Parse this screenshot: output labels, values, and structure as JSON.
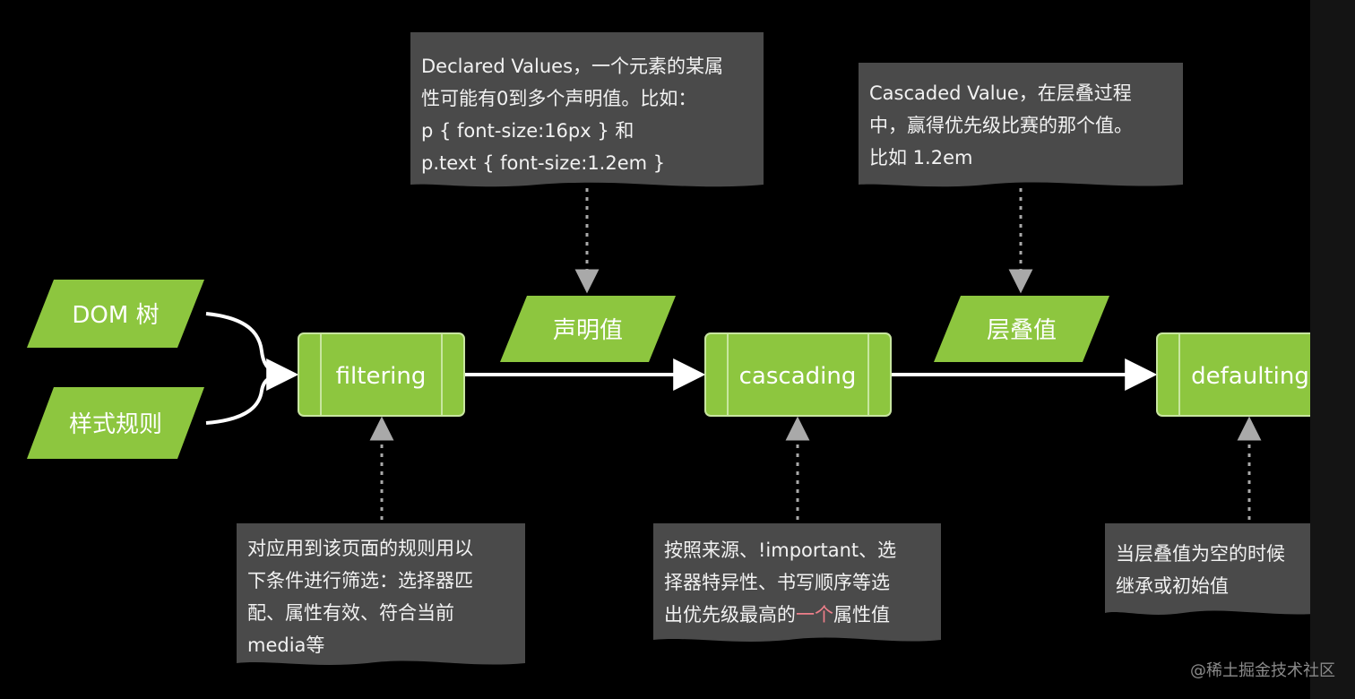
{
  "inputs": {
    "dom": "DOM 树",
    "style": "样式规则"
  },
  "steps": {
    "filtering": "filtering",
    "cascading": "cascading",
    "defaulting": "defaulting"
  },
  "values": {
    "declared": "声明值",
    "cascaded": "层叠值"
  },
  "notes": {
    "declared": [
      "Declared Values，一个元素的某属",
      "性可能有0到多个声明值。比如：",
      "p { font-size:16px } 和",
      "p.text { font-size:1.2em }"
    ],
    "cascaded": [
      "Cascaded Value，在层叠过程",
      "中，赢得优先级比赛的那个值。",
      "比如 1.2em"
    ],
    "filtering": [
      "对应用到该页面的规则用以",
      "下条件进行筛选：选择器匹",
      "配、属性有效、符合当前",
      "media等"
    ],
    "cascading": {
      "line1": "按照来源、!important、选",
      "line2": "择器特异性、书写顺序等选",
      "line3_before": "出优先级最高的",
      "line3_accent": "一个",
      "line3_after": "属性值"
    },
    "defaulting": [
      "当层叠值为空的时候",
      "继承或初始值"
    ]
  },
  "watermark": "@稀土掘金技术社区",
  "colors": {
    "green": "#8dc63f",
    "green_border": "#c8e6a0",
    "note_bg": "#4a4a4a",
    "arrow": "#ffffff",
    "dotted": "#a9a9a9",
    "accent": "#ef7f8a"
  }
}
